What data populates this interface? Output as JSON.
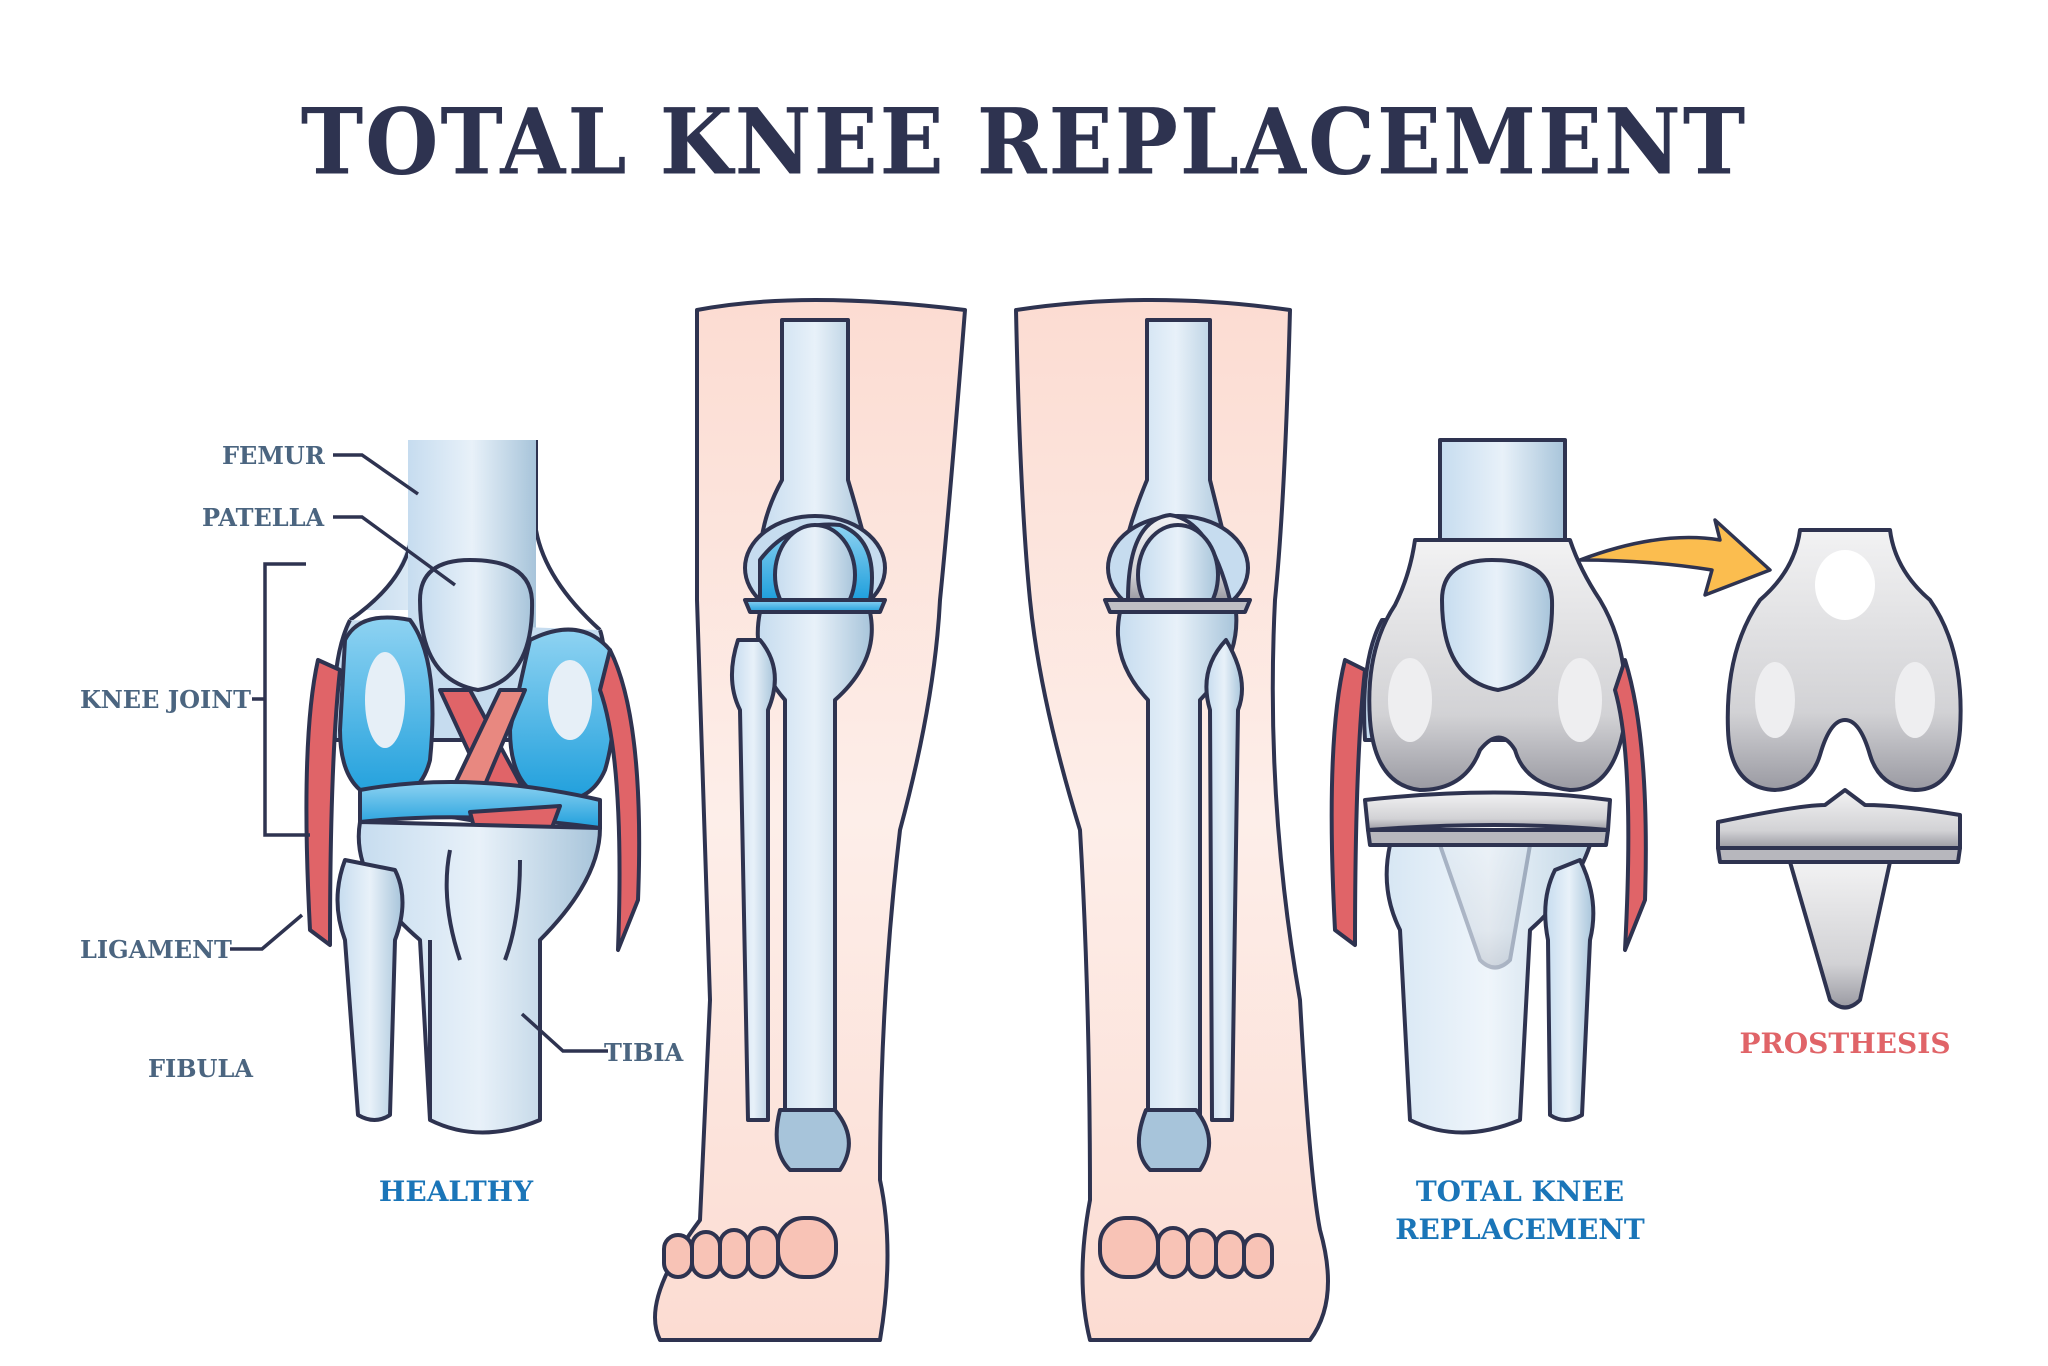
{
  "title": "TOTAL KNEE REPLACEMENT",
  "colors": {
    "title": "#2e3350",
    "anatomy_label": "#4b6580",
    "healthy_caption": "#1a75b8",
    "tkr_caption": "#1a75b8",
    "prosthesis_caption": "#e06468",
    "outline": "#2e3350",
    "bone": "#c6dcef",
    "bone_shade": "#a7c4da",
    "cartilage": "#2ea6df",
    "ligament": "#e06468",
    "skin": "#fde3da",
    "metal": "#d6d6d8",
    "arrow": "#fbbd4f"
  },
  "healthy_knee": {
    "labels": {
      "femur": "FEMUR",
      "patella": "PATELLA",
      "knee_joint": "KNEE JOINT",
      "ligament": "LIGAMENT",
      "fibula": "FIBULA",
      "tibia": "TIBIA"
    },
    "caption": "HEALTHY"
  },
  "legs": {
    "left": "healthy leg skeleton",
    "right": "replaced leg skeleton"
  },
  "replacement_knee": {
    "caption_line1": "TOTAL KNEE",
    "caption_line2": "REPLACEMENT"
  },
  "prosthesis": {
    "caption": "PROSTHESIS"
  }
}
